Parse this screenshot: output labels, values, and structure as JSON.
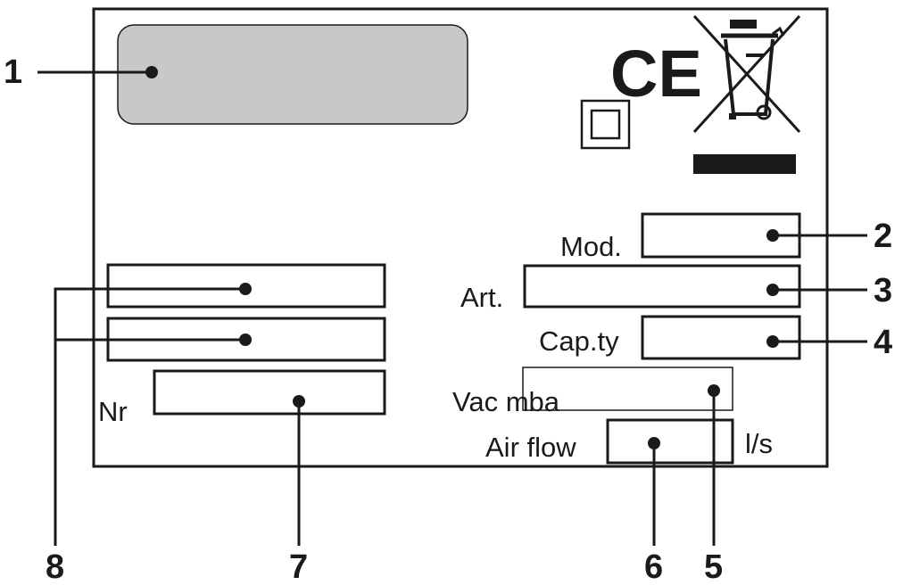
{
  "plate": {
    "ce_mark": "CE",
    "field_labels": {
      "model": "Mod.",
      "article": "Art.",
      "capacity": "Cap.ty",
      "vacuum": "Vac mba",
      "air_flow": "Air flow",
      "air_flow_unit": "l/s",
      "serial_number": "Nr"
    }
  },
  "callouts": {
    "c1": "1",
    "c2": "2",
    "c3": "3",
    "c4": "4",
    "c5": "5",
    "c6": "6",
    "c7": "7",
    "c8": "8"
  },
  "icons": [
    "ce-mark-icon",
    "double-insulation-icon",
    "crossed-out-wheelie-bin-icon"
  ],
  "colors": {
    "ink": "#1a1a1a",
    "logo_area_fill": "#c8c8c8"
  }
}
